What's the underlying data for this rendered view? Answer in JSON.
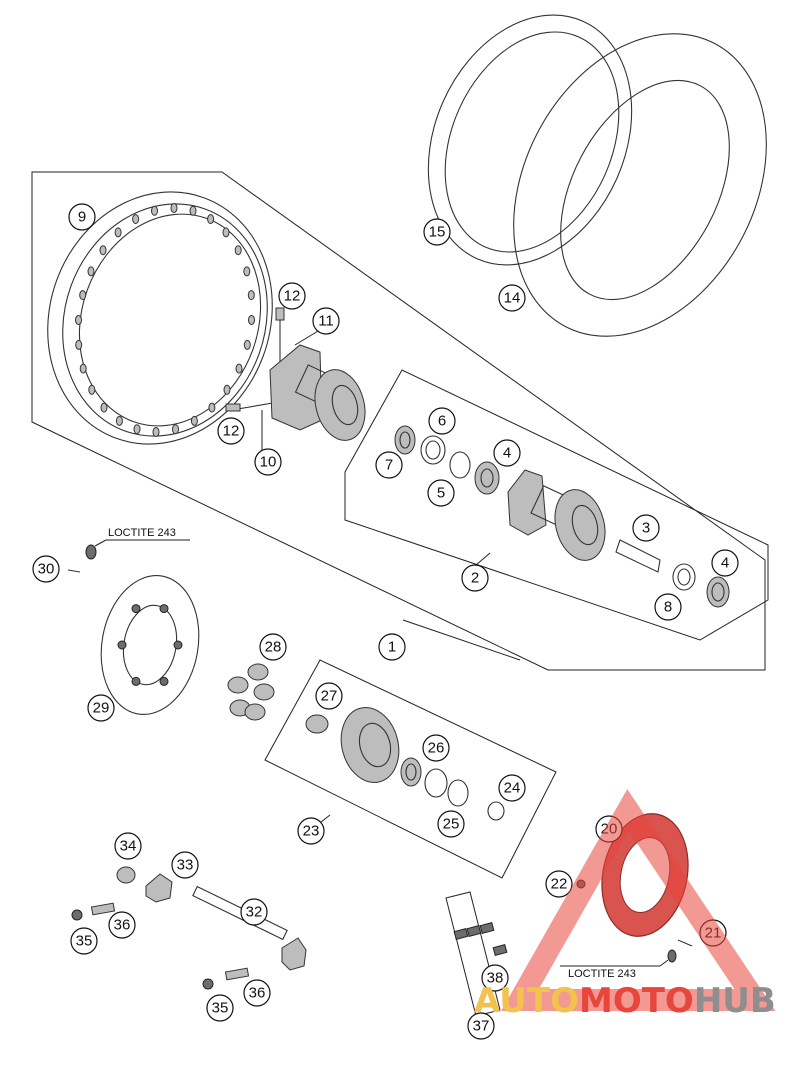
{
  "callouts": [
    {
      "id": "1",
      "label": "1"
    },
    {
      "id": "2",
      "label": "2"
    },
    {
      "id": "3",
      "label": "3"
    },
    {
      "id": "4a",
      "label": "4"
    },
    {
      "id": "4b",
      "label": "4"
    },
    {
      "id": "5",
      "label": "5"
    },
    {
      "id": "6",
      "label": "6"
    },
    {
      "id": "7",
      "label": "7"
    },
    {
      "id": "8",
      "label": "8"
    },
    {
      "id": "9",
      "label": "9"
    },
    {
      "id": "10",
      "label": "10"
    },
    {
      "id": "11",
      "label": "11"
    },
    {
      "id": "12a",
      "label": "12"
    },
    {
      "id": "12b",
      "label": "12"
    },
    {
      "id": "14",
      "label": "14"
    },
    {
      "id": "15",
      "label": "15"
    },
    {
      "id": "20",
      "label": "20"
    },
    {
      "id": "21",
      "label": "21"
    },
    {
      "id": "22",
      "label": "22"
    },
    {
      "id": "23",
      "label": "23"
    },
    {
      "id": "24",
      "label": "24"
    },
    {
      "id": "25",
      "label": "25"
    },
    {
      "id": "26",
      "label": "26"
    },
    {
      "id": "27",
      "label": "27"
    },
    {
      "id": "28",
      "label": "28"
    },
    {
      "id": "29",
      "label": "29"
    },
    {
      "id": "30",
      "label": "30"
    },
    {
      "id": "32",
      "label": "32"
    },
    {
      "id": "33",
      "label": "33"
    },
    {
      "id": "34",
      "label": "34"
    },
    {
      "id": "35a",
      "label": "35"
    },
    {
      "id": "35b",
      "label": "35"
    },
    {
      "id": "36a",
      "label": "36"
    },
    {
      "id": "36b",
      "label": "36"
    },
    {
      "id": "37",
      "label": "37"
    },
    {
      "id": "38",
      "label": "38"
    }
  ],
  "notes": {
    "loctite_top": "LOCTITE 243",
    "loctite_bottom": "LOCTITE 243"
  },
  "watermark": {
    "word_a": "AUTO",
    "word_b": "MOTO",
    "word_c": "HUB",
    "color_a": "#f2c14e",
    "color_b": "#e8453c",
    "color_c": "#8e8e8e"
  }
}
